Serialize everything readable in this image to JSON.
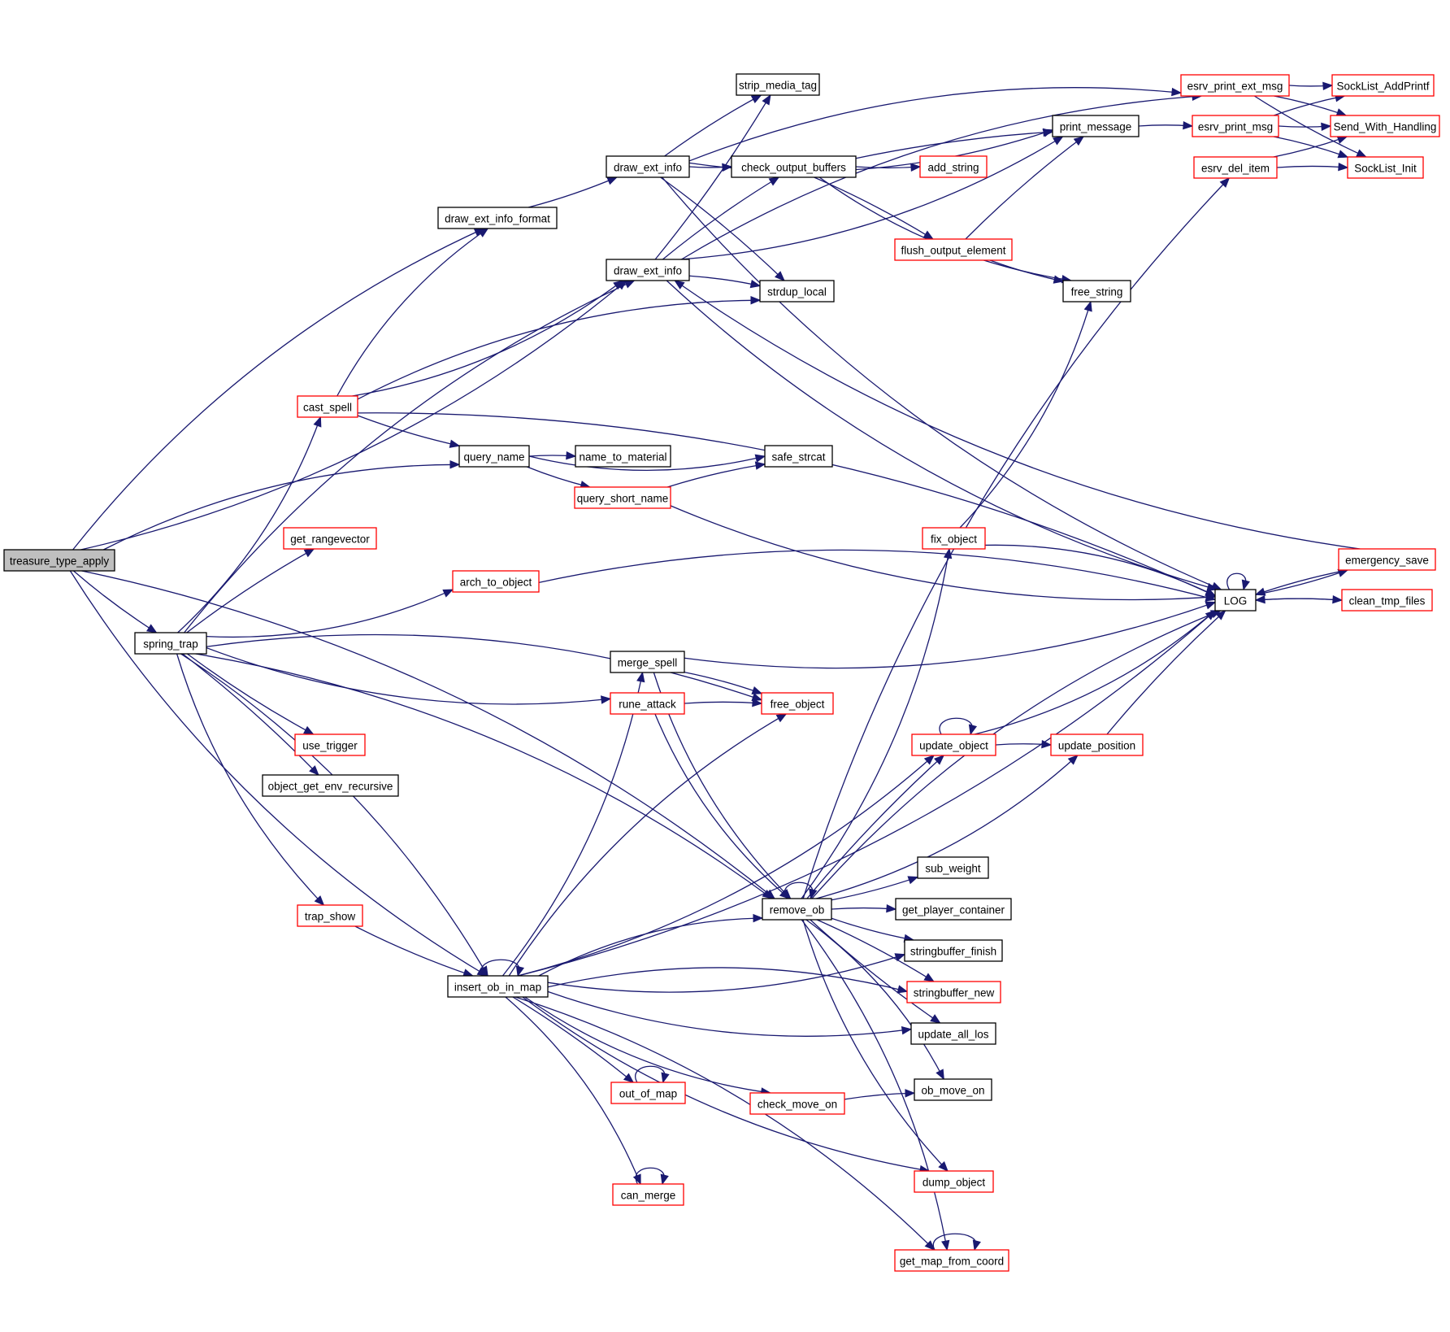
{
  "diagram": {
    "type": "call-graph",
    "root": "treasure_type_apply",
    "colors": {
      "edge": "#191970",
      "documented_border": "#000000",
      "undocumented_border": "#ff0000",
      "root_fill": "#bfbfbf"
    },
    "nodes": [
      {
        "id": "treasure_type_apply",
        "label": "treasure_type_apply",
        "style": "root"
      },
      {
        "id": "spring_trap",
        "label": "spring_trap",
        "style": "black"
      },
      {
        "id": "draw_ext_info_format",
        "label": "draw_ext_info_format",
        "style": "black"
      },
      {
        "id": "draw_ext_info_a",
        "label": "draw_ext_info",
        "style": "black"
      },
      {
        "id": "draw_ext_info_b",
        "label": "draw_ext_info",
        "style": "black"
      },
      {
        "id": "cast_spell",
        "label": "cast_spell",
        "style": "red"
      },
      {
        "id": "query_name",
        "label": "query_name",
        "style": "black"
      },
      {
        "id": "name_to_material",
        "label": "name_to_material",
        "style": "black"
      },
      {
        "id": "query_short_name",
        "label": "query_short_name",
        "style": "red"
      },
      {
        "id": "safe_strcat",
        "label": "safe_strcat",
        "style": "black"
      },
      {
        "id": "get_rangevector",
        "label": "get_rangevector",
        "style": "red"
      },
      {
        "id": "arch_to_object",
        "label": "arch_to_object",
        "style": "red"
      },
      {
        "id": "use_trigger",
        "label": "use_trigger",
        "style": "red"
      },
      {
        "id": "object_get_env_recursive",
        "label": "object_get_env_recursive",
        "style": "black"
      },
      {
        "id": "trap_show",
        "label": "trap_show",
        "style": "red"
      },
      {
        "id": "insert_ob_in_map",
        "label": "insert_ob_in_map",
        "style": "black"
      },
      {
        "id": "merge_spell",
        "label": "merge_spell",
        "style": "black"
      },
      {
        "id": "rune_attack",
        "label": "rune_attack",
        "style": "red"
      },
      {
        "id": "free_object",
        "label": "free_object",
        "style": "red"
      },
      {
        "id": "out_of_map",
        "label": "out_of_map",
        "style": "red"
      },
      {
        "id": "can_merge",
        "label": "can_merge",
        "style": "red"
      },
      {
        "id": "check_move_on",
        "label": "check_move_on",
        "style": "red"
      },
      {
        "id": "remove_ob",
        "label": "remove_ob",
        "style": "black"
      },
      {
        "id": "strip_media_tag",
        "label": "strip_media_tag",
        "style": "black"
      },
      {
        "id": "check_output_buffers",
        "label": "check_output_buffers",
        "style": "black"
      },
      {
        "id": "add_string",
        "label": "add_string",
        "style": "red"
      },
      {
        "id": "flush_output_element",
        "label": "flush_output_element",
        "style": "red"
      },
      {
        "id": "strdup_local",
        "label": "strdup_local",
        "style": "black"
      },
      {
        "id": "free_string",
        "label": "free_string",
        "style": "black"
      },
      {
        "id": "print_message",
        "label": "print_message",
        "style": "black"
      },
      {
        "id": "fix_object",
        "label": "fix_object",
        "style": "red"
      },
      {
        "id": "update_object",
        "label": "update_object",
        "style": "red"
      },
      {
        "id": "update_position",
        "label": "update_position",
        "style": "red"
      },
      {
        "id": "sub_weight",
        "label": "sub_weight",
        "style": "black"
      },
      {
        "id": "get_player_container",
        "label": "get_player_container",
        "style": "black"
      },
      {
        "id": "stringbuffer_finish",
        "label": "stringbuffer_finish",
        "style": "black"
      },
      {
        "id": "stringbuffer_new",
        "label": "stringbuffer_new",
        "style": "red"
      },
      {
        "id": "update_all_los",
        "label": "update_all_los",
        "style": "black"
      },
      {
        "id": "ob_move_on",
        "label": "ob_move_on",
        "style": "black"
      },
      {
        "id": "dump_object",
        "label": "dump_object",
        "style": "red"
      },
      {
        "id": "get_map_from_coord",
        "label": "get_map_from_coord",
        "style": "red"
      },
      {
        "id": "esrv_print_ext_msg",
        "label": "esrv_print_ext_msg",
        "style": "red"
      },
      {
        "id": "esrv_print_msg",
        "label": "esrv_print_msg",
        "style": "red"
      },
      {
        "id": "esrv_del_item",
        "label": "esrv_del_item",
        "style": "red"
      },
      {
        "id": "SockList_AddPrintf",
        "label": "SockList_AddPrintf",
        "style": "red"
      },
      {
        "id": "Send_With_Handling",
        "label": "Send_With_Handling",
        "style": "red"
      },
      {
        "id": "SockList_Init",
        "label": "SockList_Init",
        "style": "red"
      },
      {
        "id": "LOG",
        "label": "LOG",
        "style": "black"
      },
      {
        "id": "emergency_save",
        "label": "emergency_save",
        "style": "red"
      },
      {
        "id": "clean_tmp_files",
        "label": "clean_tmp_files",
        "style": "red"
      }
    ],
    "edges": [
      [
        "treasure_type_apply",
        "draw_ext_info_format"
      ],
      [
        "treasure_type_apply",
        "draw_ext_info_b"
      ],
      [
        "treasure_type_apply",
        "query_name"
      ],
      [
        "treasure_type_apply",
        "spring_trap"
      ],
      [
        "treasure_type_apply",
        "remove_ob"
      ],
      [
        "treasure_type_apply",
        "insert_ob_in_map"
      ],
      [
        "spring_trap",
        "draw_ext_info_b"
      ],
      [
        "spring_trap",
        "cast_spell"
      ],
      [
        "spring_trap",
        "get_rangevector"
      ],
      [
        "spring_trap",
        "arch_to_object"
      ],
      [
        "spring_trap",
        "free_object"
      ],
      [
        "spring_trap",
        "rune_attack"
      ],
      [
        "spring_trap",
        "remove_ob"
      ],
      [
        "spring_trap",
        "use_trigger"
      ],
      [
        "spring_trap",
        "object_get_env_recursive"
      ],
      [
        "spring_trap",
        "trap_show"
      ],
      [
        "spring_trap",
        "insert_ob_in_map"
      ],
      [
        "draw_ext_info_format",
        "draw_ext_info_a"
      ],
      [
        "draw_ext_info_a",
        "esrv_print_ext_msg"
      ],
      [
        "draw_ext_info_a",
        "print_message"
      ],
      [
        "draw_ext_info_a",
        "strip_media_tag"
      ],
      [
        "draw_ext_info_a",
        "check_output_buffers"
      ],
      [
        "draw_ext_info_a",
        "strdup_local"
      ],
      [
        "draw_ext_info_a",
        "LOG"
      ],
      [
        "draw_ext_info_b",
        "esrv_print_ext_msg"
      ],
      [
        "draw_ext_info_b",
        "strip_media_tag"
      ],
      [
        "draw_ext_info_b",
        "check_output_buffers"
      ],
      [
        "draw_ext_info_b",
        "print_message"
      ],
      [
        "draw_ext_info_b",
        "strdup_local"
      ],
      [
        "draw_ext_info_b",
        "LOG"
      ],
      [
        "cast_spell",
        "draw_ext_info_format"
      ],
      [
        "cast_spell",
        "draw_ext_info_b"
      ],
      [
        "cast_spell",
        "strdup_local"
      ],
      [
        "cast_spell",
        "query_name"
      ],
      [
        "cast_spell",
        "LOG"
      ],
      [
        "query_name",
        "safe_strcat"
      ],
      [
        "query_name",
        "name_to_material"
      ],
      [
        "query_name",
        "query_short_name"
      ],
      [
        "query_short_name",
        "safe_strcat"
      ],
      [
        "query_short_name",
        "LOG"
      ],
      [
        "arch_to_object",
        "LOG"
      ],
      [
        "trap_show",
        "insert_ob_in_map"
      ],
      [
        "check_output_buffers",
        "print_message"
      ],
      [
        "check_output_buffers",
        "add_string"
      ],
      [
        "check_output_buffers",
        "flush_output_element"
      ],
      [
        "check_output_buffers",
        "free_string"
      ],
      [
        "flush_output_element",
        "print_message"
      ],
      [
        "flush_output_element",
        "free_string"
      ],
      [
        "print_message",
        "esrv_print_msg"
      ],
      [
        "esrv_print_ext_msg",
        "SockList_AddPrintf"
      ],
      [
        "esrv_print_ext_msg",
        "Send_With_Handling"
      ],
      [
        "esrv_print_ext_msg",
        "SockList_Init"
      ],
      [
        "esrv_print_msg",
        "SockList_AddPrintf"
      ],
      [
        "esrv_print_msg",
        "Send_With_Handling"
      ],
      [
        "esrv_print_msg",
        "SockList_Init"
      ],
      [
        "esrv_del_item",
        "Send_With_Handling"
      ],
      [
        "esrv_del_item",
        "SockList_Init"
      ],
      [
        "merge_spell",
        "LOG"
      ],
      [
        "merge_spell",
        "free_object"
      ],
      [
        "merge_spell",
        "remove_ob"
      ],
      [
        "rune_attack",
        "free_object"
      ],
      [
        "rune_attack",
        "remove_ob"
      ],
      [
        "insert_ob_in_map",
        "insert_ob_in_map"
      ],
      [
        "insert_ob_in_map",
        "merge_spell"
      ],
      [
        "insert_ob_in_map",
        "free_object"
      ],
      [
        "insert_ob_in_map",
        "update_object"
      ],
      [
        "insert_ob_in_map",
        "remove_ob"
      ],
      [
        "insert_ob_in_map",
        "stringbuffer_finish"
      ],
      [
        "insert_ob_in_map",
        "stringbuffer_new"
      ],
      [
        "insert_ob_in_map",
        "update_all_los"
      ],
      [
        "insert_ob_in_map",
        "out_of_map"
      ],
      [
        "insert_ob_in_map",
        "check_move_on"
      ],
      [
        "insert_ob_in_map",
        "can_merge"
      ],
      [
        "insert_ob_in_map",
        "dump_object"
      ],
      [
        "insert_ob_in_map",
        "get_map_from_coord"
      ],
      [
        "insert_ob_in_map",
        "LOG"
      ],
      [
        "out_of_map",
        "out_of_map"
      ],
      [
        "can_merge",
        "can_merge"
      ],
      [
        "check_move_on",
        "ob_move_on"
      ],
      [
        "remove_ob",
        "remove_ob"
      ],
      [
        "remove_ob",
        "esrv_del_item"
      ],
      [
        "remove_ob",
        "fix_object"
      ],
      [
        "remove_ob",
        "update_object"
      ],
      [
        "remove_ob",
        "update_position"
      ],
      [
        "remove_ob",
        "LOG"
      ],
      [
        "remove_ob",
        "sub_weight"
      ],
      [
        "remove_ob",
        "get_player_container"
      ],
      [
        "remove_ob",
        "stringbuffer_finish"
      ],
      [
        "remove_ob",
        "stringbuffer_new"
      ],
      [
        "remove_ob",
        "update_all_los"
      ],
      [
        "remove_ob",
        "ob_move_on"
      ],
      [
        "remove_ob",
        "dump_object"
      ],
      [
        "remove_ob",
        "get_map_from_coord"
      ],
      [
        "fix_object",
        "free_string"
      ],
      [
        "fix_object",
        "LOG"
      ],
      [
        "update_object",
        "update_object"
      ],
      [
        "update_object",
        "update_position"
      ],
      [
        "update_object",
        "LOG"
      ],
      [
        "update_position",
        "LOG"
      ],
      [
        "get_map_from_coord",
        "get_map_from_coord"
      ],
      [
        "LOG",
        "LOG"
      ],
      [
        "LOG",
        "emergency_save"
      ],
      [
        "LOG",
        "clean_tmp_files"
      ],
      [
        "emergency_save",
        "LOG"
      ],
      [
        "emergency_save",
        "draw_ext_info_b"
      ],
      [
        "clean_tmp_files",
        "LOG"
      ]
    ]
  }
}
